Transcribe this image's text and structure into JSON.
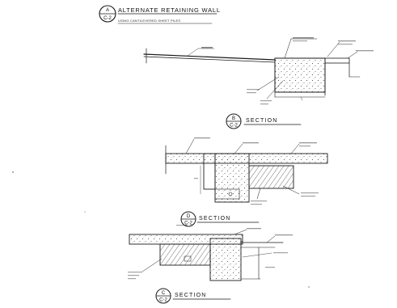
{
  "details": [
    {
      "bubble_top": "A",
      "bubble_bottom": "C-2",
      "title_line1": "ALTERNATE RETAINING WALL",
      "title_line2": "USING CANTILEVERED SHEET PILES"
    },
    {
      "bubble_top": "B",
      "bubble_bottom": "C-2",
      "label": "SECTION"
    },
    {
      "bubble_top": "D",
      "bubble_bottom": "C-2",
      "label": "SECTION"
    },
    {
      "bubble_top": "C",
      "bubble_bottom": "C-2",
      "label": "SECTION"
    }
  ],
  "colors": {
    "ink": "#1a1a1a",
    "paper": "#ffffff"
  }
}
